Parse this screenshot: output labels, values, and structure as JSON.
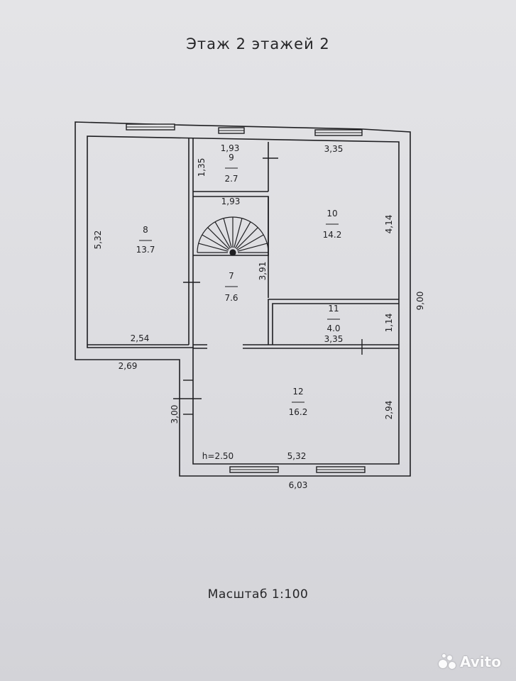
{
  "header": {
    "title": "Этаж 2  этажей 2"
  },
  "footer": {
    "scale": "Масштаб 1:100"
  },
  "rooms": [
    {
      "id": "8",
      "area": "13.7"
    },
    {
      "id": "9",
      "area": "2.7"
    },
    {
      "id": "10",
      "area": "14.2"
    },
    {
      "id": "7",
      "area": "7.6"
    },
    {
      "id": "11",
      "area": "4.0"
    },
    {
      "id": "12",
      "area": "16.2"
    }
  ],
  "dimensions": {
    "d_1_93_top": "1,93",
    "d_1_35": "1,35",
    "d_1_93_stair": "1,93",
    "d_3_35_top": "3,35",
    "d_5_32_left": "5,32",
    "d_4_14": "4,14",
    "d_3_91": "3,91",
    "d_9_00": "9,00",
    "d_1_14": "1,14",
    "d_2_54": "2,54",
    "d_3_35_mid": "3,35",
    "d_2_69": "2,69",
    "d_3_00": "3,00",
    "d_2_94": "2,94",
    "d_5_32_bottom": "5,32",
    "d_6_03": "6,03",
    "height": "h=2.50"
  },
  "watermark": {
    "text": "Avito"
  }
}
